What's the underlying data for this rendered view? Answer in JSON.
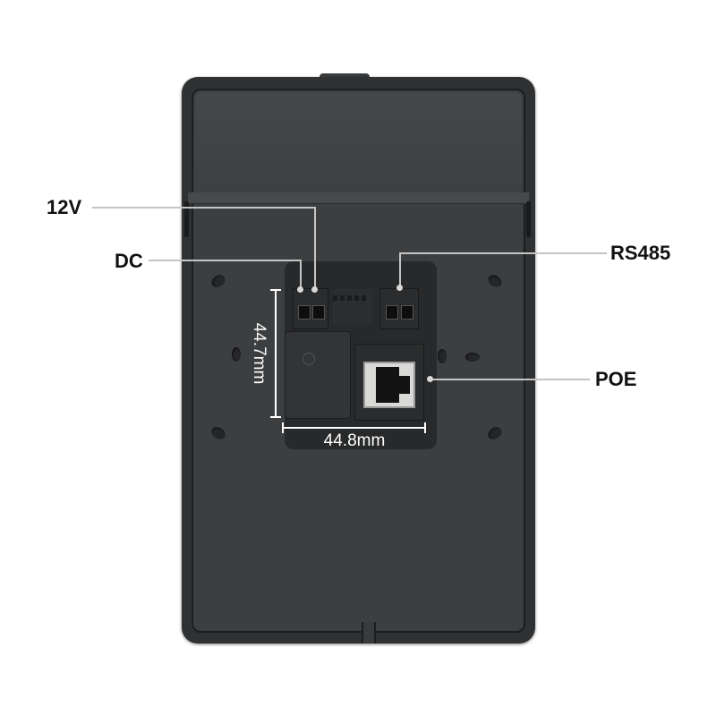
{
  "image": {
    "subject": "device rear panel with labeled connectors",
    "background_color": "#ffffff",
    "device_color": "#2f3133"
  },
  "callouts": {
    "v12": {
      "label": "12V"
    },
    "dc": {
      "label": "DC"
    },
    "rs485": {
      "label": "RS485"
    },
    "poe": {
      "label": "POE"
    }
  },
  "dimensions": {
    "height": {
      "label": "44.7mm"
    },
    "width": {
      "label": "44.8mm"
    }
  },
  "colors": {
    "leader_line": "#c5c5c5",
    "dimension_line": "#ffffff",
    "label_text": "#111111"
  }
}
